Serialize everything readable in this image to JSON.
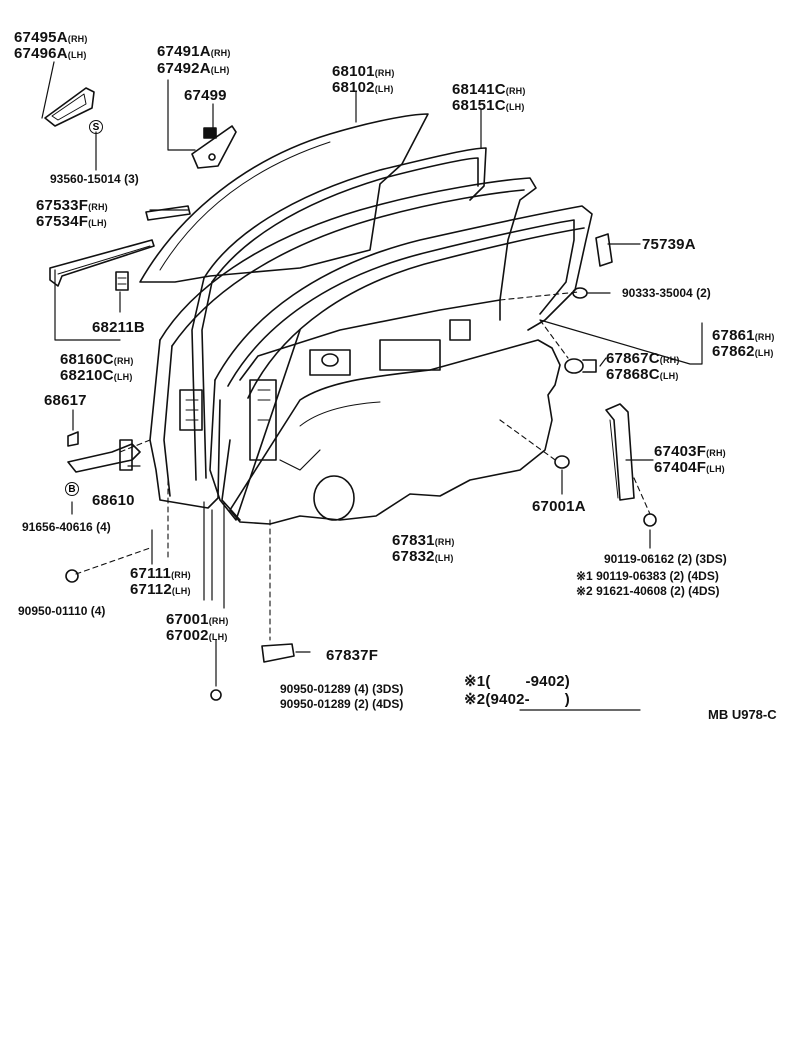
{
  "diagram": {
    "reference_code": "MB U978-C",
    "colors": {
      "ink": "#111111",
      "background": "#ffffff"
    },
    "labels": {
      "p67495": {
        "num": "67495A",
        "side": "(RH)"
      },
      "p67496": {
        "num": "67496A",
        "side": "(LH)"
      },
      "p67491": {
        "num": "67491A",
        "side": "(RH)"
      },
      "p67492": {
        "num": "67492A",
        "side": "(LH)"
      },
      "p67499": {
        "num": "67499"
      },
      "p93560": {
        "text": "93560-15014 (3)"
      },
      "p68101": {
        "num": "68101",
        "side": "(RH)"
      },
      "p68102": {
        "num": "68102",
        "side": "(LH)"
      },
      "p68141": {
        "num": "68141C",
        "side": "(RH)"
      },
      "p68151": {
        "num": "68151C",
        "side": "(LH)"
      },
      "p67533": {
        "num": "67533F",
        "side": "(RH)"
      },
      "p67534": {
        "num": "67534F",
        "side": "(LH)"
      },
      "p75739": {
        "num": "75739A"
      },
      "p90333": {
        "text": "90333-35004 (2)"
      },
      "p68211": {
        "num": "68211B"
      },
      "p67861": {
        "num": "67861",
        "side": "(RH)"
      },
      "p67862": {
        "num": "67862",
        "side": "(LH)"
      },
      "p67867": {
        "num": "67867C",
        "side": "(RH)"
      },
      "p67868": {
        "num": "67868C",
        "side": "(LH)"
      },
      "p68160": {
        "num": "68160C",
        "side": "(RH)"
      },
      "p68210": {
        "num": "68210C",
        "side": "(LH)"
      },
      "p68617": {
        "num": "68617"
      },
      "p67403": {
        "num": "67403F",
        "side": "(RH)"
      },
      "p67404": {
        "num": "67404F",
        "side": "(LH)"
      },
      "p68610": {
        "num": "68610"
      },
      "p67001a": {
        "num": "67001A"
      },
      "p91656": {
        "text": "91656-40616 (4)"
      },
      "p67831": {
        "num": "67831",
        "side": "(RH)"
      },
      "p67832": {
        "num": "67832",
        "side": "(LH)"
      },
      "p90119a": {
        "text": "90119-06162 (2) (3DS)"
      },
      "p90119b": {
        "mark": "※1",
        "text": "90119-06383 (2) (4DS)"
      },
      "p91621": {
        "mark": "※2",
        "text": "91621-40608 (2) (4DS)"
      },
      "p67111": {
        "num": "67111",
        "side": "(RH)"
      },
      "p67112": {
        "num": "67112",
        "side": "(LH)"
      },
      "p90950a": {
        "text": "90950-01110 (4)"
      },
      "p67001": {
        "num": "67001",
        "side": "(RH)"
      },
      "p67002": {
        "num": "67002",
        "side": "(LH)"
      },
      "p67837": {
        "num": "67837F"
      },
      "p90950b": {
        "text": "90950-01289 (4) (3DS)"
      },
      "p90950c": {
        "text": "90950-01289 (2) (4DS)"
      }
    },
    "circle_marks": {
      "s": "S",
      "b": "B"
    },
    "notes": {
      "n1": {
        "mark": "※1",
        "text": "(        -9402)"
      },
      "n2": {
        "mark": "※2",
        "text": "(9402-        )"
      }
    }
  }
}
